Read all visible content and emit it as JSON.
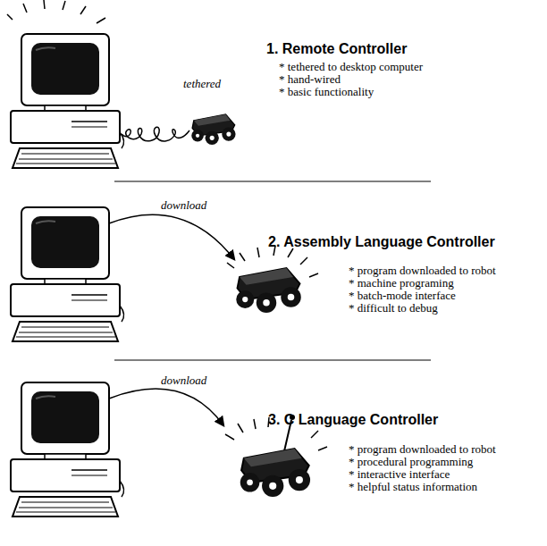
{
  "diagram": {
    "labels": [
      "tethered",
      "1. Remote Controller",
      "* tethered to desktop computer",
      "* hand-wired",
      "* basic functionality",
      "download",
      "2. Assembly Language Controller",
      "* program downloaded to robot",
      "* machine programing",
      "* batch-mode interface",
      "* difficult to debug",
      "download",
      "3. C Language Controller",
      "* program downloaded to robot",
      "* procedural programming",
      "* interactive interface",
      "* helpful status information"
    ]
  }
}
